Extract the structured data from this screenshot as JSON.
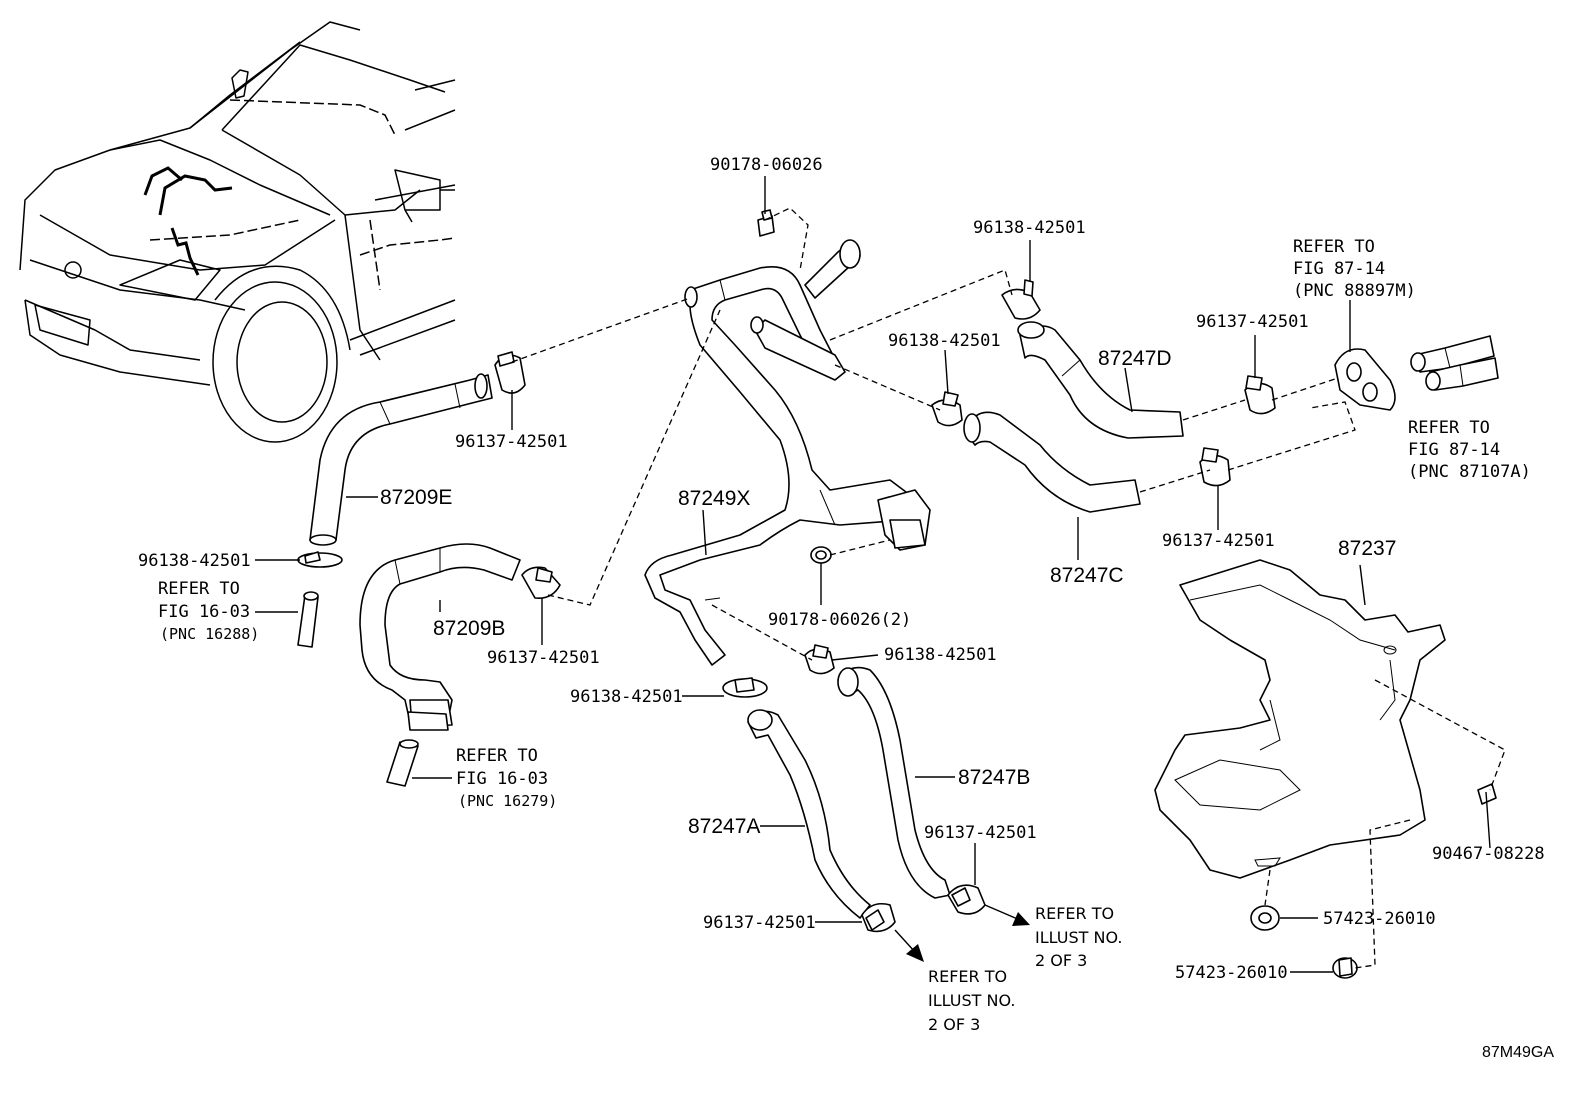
{
  "diagram_code": "87M49GA",
  "parts": {
    "p87209E": "87209E",
    "p87209B": "87209B",
    "p87249X": "87249X",
    "p87247D": "87247D",
    "p87247C": "87247C",
    "p87247B": "87247B",
    "p87247A": "87247A",
    "p87237": "87237",
    "clip_top": "90178-06026",
    "clip_mid": "90178-06026(2)",
    "clamp_a1": "96138-42501",
    "clamp_a2": "96138-42501",
    "clamp_a3": "96138-42501",
    "clamp_a4": "96138-42501",
    "clamp_a5": "96138-42501",
    "clamp_b1": "96137-42501",
    "clamp_b2": "96137-42501",
    "clamp_b3": "96137-42501",
    "clamp_b4": "96137-42501",
    "clamp_b5": "96137-42501",
    "clamp_b6": "96137-42501",
    "screw": "90467-08228",
    "grommet1": "57423-26010",
    "grommet2": "57423-26010"
  },
  "refs": {
    "r1": [
      "REFER TO",
      "FIG 16-03",
      "(PNC 16288)"
    ],
    "r2": [
      "REFER TO",
      "FIG 16-03",
      "(PNC 16279)"
    ],
    "r3": [
      "REFER TO",
      "FIG 87-14",
      "(PNC 88897M)"
    ],
    "r4": [
      "REFER TO",
      "FIG 87-14",
      "(PNC 87107A)"
    ],
    "r5": [
      "REFER TO",
      "ILLUST NO.",
      "2 OF 3"
    ],
    "r6": [
      "REFER TO",
      "ILLUST NO.",
      "2 OF 3"
    ]
  }
}
